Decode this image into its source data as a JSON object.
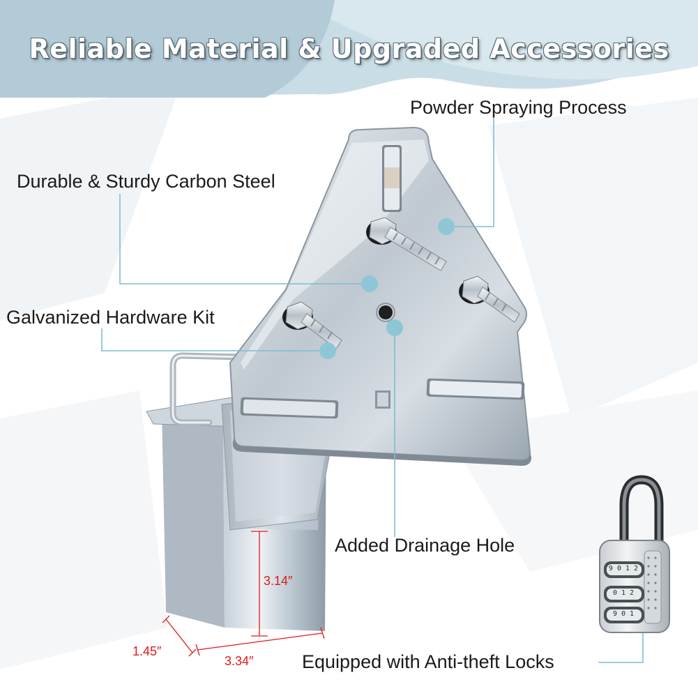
{
  "title": "Reliable Material & Upgraded Accessories",
  "labels": {
    "powder": "Powder Spraying Process",
    "steel": "Durable & Sturdy Carbon Steel",
    "hardware": "Galvanized Hardware Kit",
    "drainage": "Added Drainage Hole",
    "locks": "Equipped with Anti-theft Locks"
  },
  "dimensions": {
    "height": "3.14″",
    "width": "3.34″",
    "depth": "1.45″"
  },
  "lock_dials": [
    "9 0 1 2",
    "0 1 2",
    "9 0 1"
  ],
  "colors": {
    "accent": "#8fc6d6",
    "leader_line": "#7fbcd0",
    "dimension": "#e01a1a",
    "banner": "#c9dde6"
  }
}
